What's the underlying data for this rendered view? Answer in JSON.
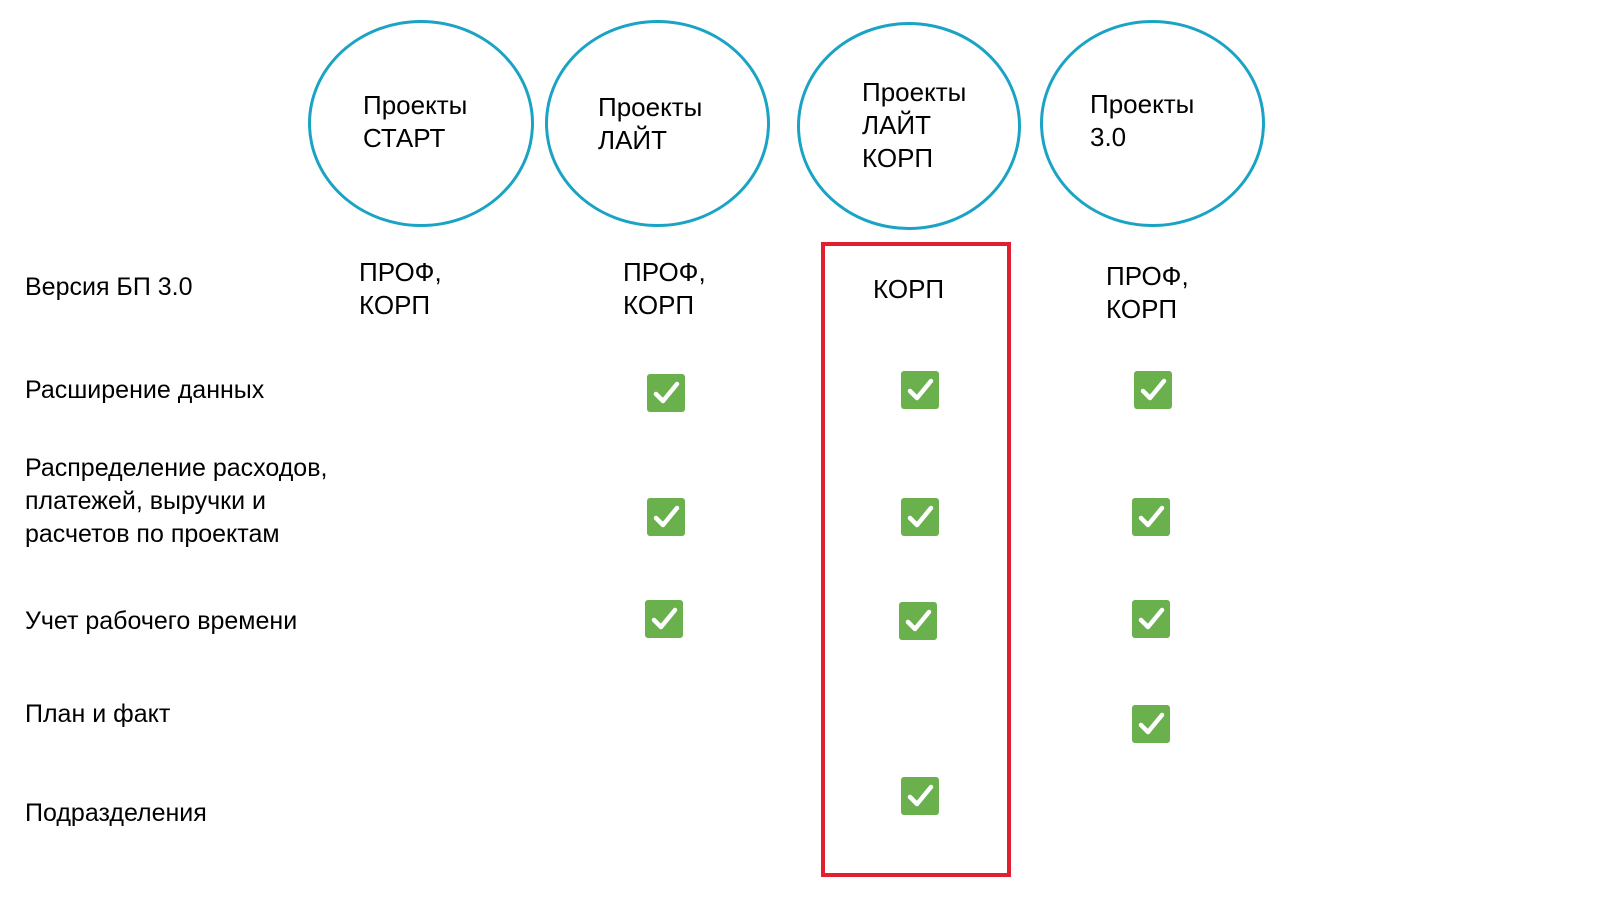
{
  "colors": {
    "circle_border": "#1aa3c4",
    "check_fill": "#6ab04c",
    "highlight_border": "#e02030"
  },
  "columns": [
    {
      "label": "Проекты\nСТАРТ"
    },
    {
      "label": "Проекты\nЛАЙТ"
    },
    {
      "label": "Проекты\nЛАЙТ\nКОРП"
    },
    {
      "label": "Проекты\n3.0"
    }
  ],
  "rows": [
    {
      "label": "Версия БП 3.0",
      "cells": [
        "ПРОФ,\nКОРП",
        "ПРОФ,\nКОРП",
        "КОРП",
        "ПРОФ,\nКОРП"
      ]
    },
    {
      "label": "Расширение данных",
      "checks": [
        false,
        true,
        true,
        true
      ]
    },
    {
      "label": "Распределение расходов,\nплатежей, выручки и\nрасчетов по проектам",
      "checks": [
        false,
        true,
        true,
        true
      ]
    },
    {
      "label": "Учет рабочего времени",
      "checks": [
        false,
        true,
        true,
        true
      ]
    },
    {
      "label": "План и факт",
      "checks": [
        false,
        false,
        false,
        true
      ]
    },
    {
      "label": "Подразделения",
      "checks": [
        false,
        false,
        true,
        false
      ]
    }
  ],
  "icons": {
    "check": "checkmark-icon"
  }
}
